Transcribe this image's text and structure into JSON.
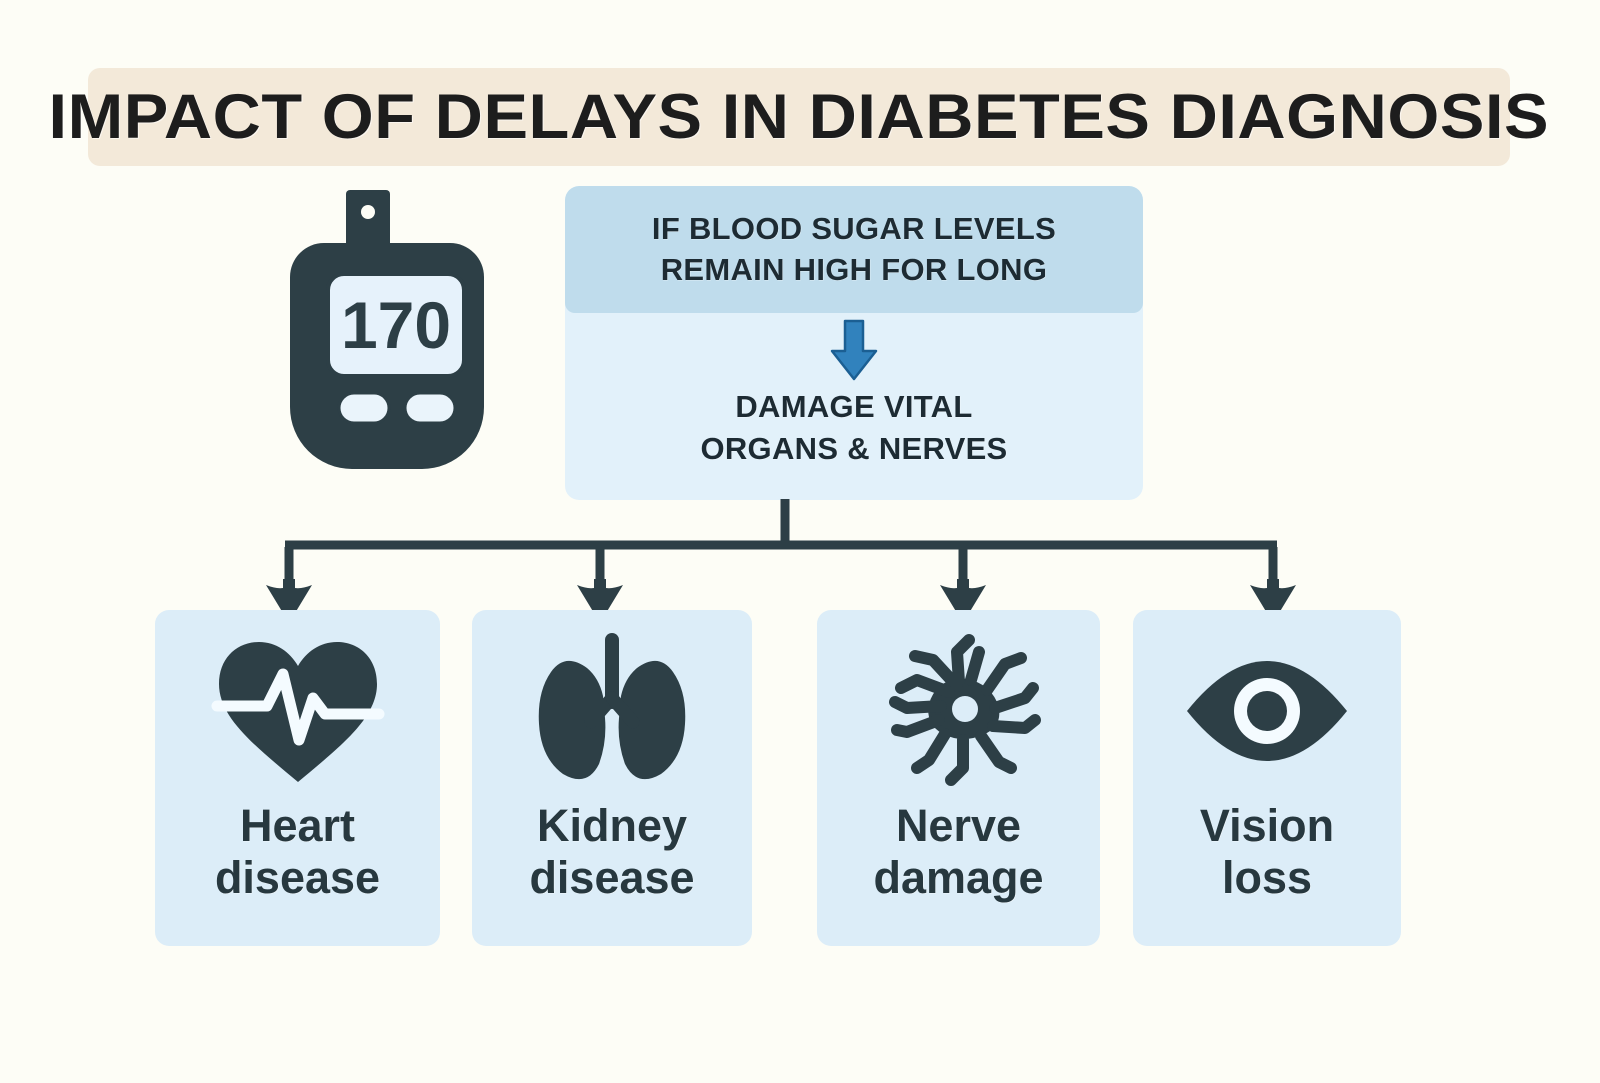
{
  "page": {
    "background_color": "#fdfdf6",
    "ink_color": "#2d3f46"
  },
  "title": {
    "text": "IMPACT OF DELAYS IN DIABETES DIAGNOSIS",
    "banner_color": "#f3e9d9",
    "text_color": "#1d1d1d"
  },
  "glucose_meter": {
    "icon": "glucose-meter-icon",
    "reading": "170",
    "body_color": "#2d3f46",
    "screen_color": "#e6f2fb"
  },
  "flow": {
    "header": {
      "line1": "IF BLOOD SUGAR LEVELS",
      "line2": "REMAIN HIGH FOR LONG",
      "background_color": "#bfdcec"
    },
    "arrow": {
      "icon": "down-arrow-icon",
      "color": "#3182bd"
    },
    "body": {
      "line1": "DAMAGE VITAL",
      "line2": "ORGANS & NERVES",
      "background_color": "#e2f1fa"
    }
  },
  "connector": {
    "icon": "branching-arrows-connector",
    "color": "#2d3f46",
    "branches": 4
  },
  "outcomes": [
    {
      "icon": "heart-pulse-icon",
      "label_line1": "Heart",
      "label_line2": "disease",
      "card_color": "#dcedf8"
    },
    {
      "icon": "kidney-icon",
      "label_line1": "Kidney",
      "label_line2": "disease",
      "card_color": "#dcedf8"
    },
    {
      "icon": "neuron-icon",
      "label_line1": "Nerve",
      "label_line2": "damage",
      "card_color": "#dcedf8"
    },
    {
      "icon": "eye-icon",
      "label_line1": "Vision",
      "label_line2": "loss",
      "card_color": "#dcedf8"
    }
  ]
}
